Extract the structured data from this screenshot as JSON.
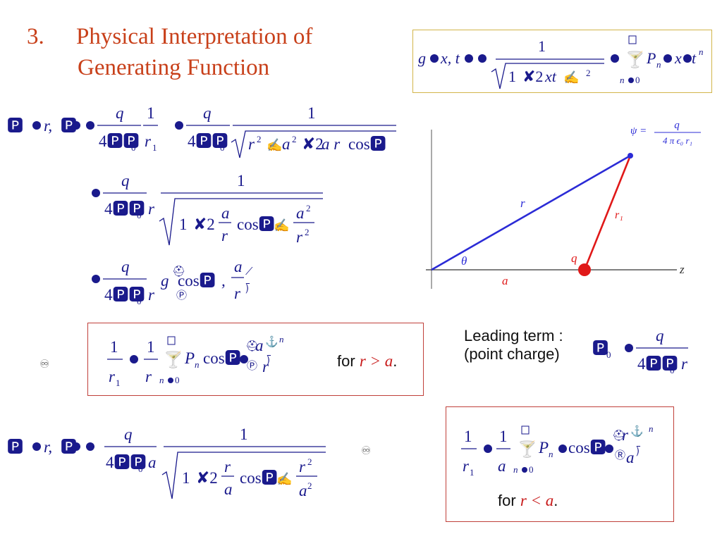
{
  "slide": {
    "title_number": "3.",
    "title_line1": "Physical Interpretation of",
    "title_line2": "Generating Function"
  },
  "diagram": {
    "psi_label": "ψ =",
    "psi_num": "q",
    "psi_den": "4 π ϵ₀ r₁",
    "r_label": "r",
    "r1_label": "r₁",
    "theta_label": "θ",
    "q_label": "q",
    "a_label": "a",
    "z_label": "z",
    "colors": {
      "blue": "#2b2bd6",
      "red": "#e01818"
    }
  },
  "notes": {
    "for_gt_prefix": "for",
    "for_gt_var": "r > a",
    "for_lt_prefix": "for",
    "for_lt_var": "r < a",
    "period": ".",
    "leading_term_line1": "Leading term :",
    "leading_term_line2": "(point charge)"
  },
  "icons": [
    "binoculars-icon",
    "binoculars-icon"
  ]
}
